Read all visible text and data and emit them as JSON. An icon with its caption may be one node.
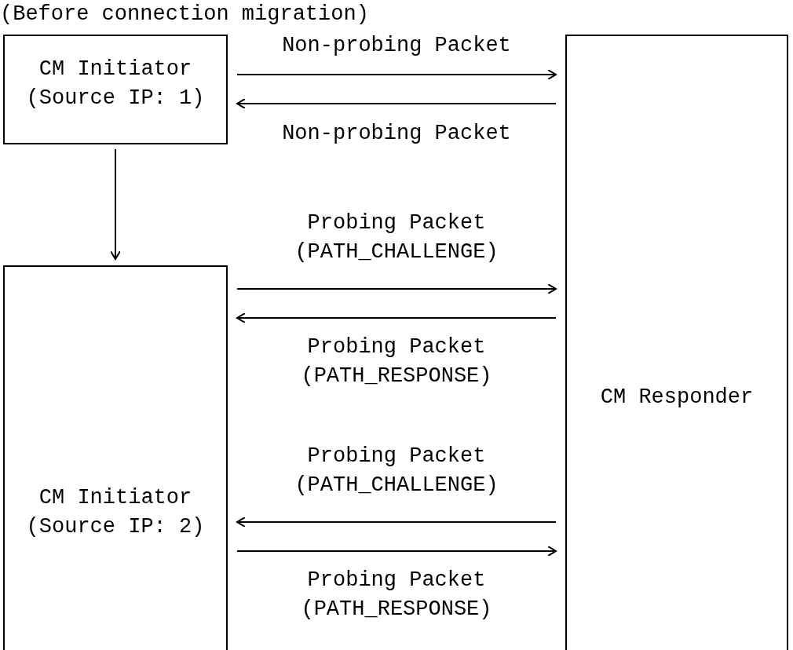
{
  "diagram": {
    "title": "(Before connection migration)",
    "nodes": [
      {
        "text": [
          "CM Initiator",
          "(Source IP: 1)"
        ]
      },
      {
        "text": [
          "CM Responder"
        ]
      },
      {
        "text": [
          "CM Initiator",
          "(Source IP: 2)"
        ]
      }
    ],
    "edges": [
      {
        "from": 0,
        "to": 1,
        "arrow": "to",
        "label": "Non-probing Packet"
      },
      {
        "from": 1,
        "to": 0,
        "arrow": "to",
        "label": "Non-probing Packet"
      },
      {
        "from": 0,
        "to": 2,
        "arrow": "to"
      },
      {
        "from": 2,
        "to": 1,
        "arrow": "to",
        "label": "Probing Packet (PATH_CHALLENGE)"
      },
      {
        "from": 1,
        "to": 2,
        "arrow": "to",
        "label": "Probing Packet (PATH_RESPONSE)"
      },
      {
        "from": 1,
        "to": 2,
        "arrow": "to",
        "label": "Probing Packet (PATH_CHALLENGE)"
      },
      {
        "from": 2,
        "to": 1,
        "arrow": "to",
        "label": "Probing Packet (PATH_RESPONSE)"
      }
    ]
  }
}
